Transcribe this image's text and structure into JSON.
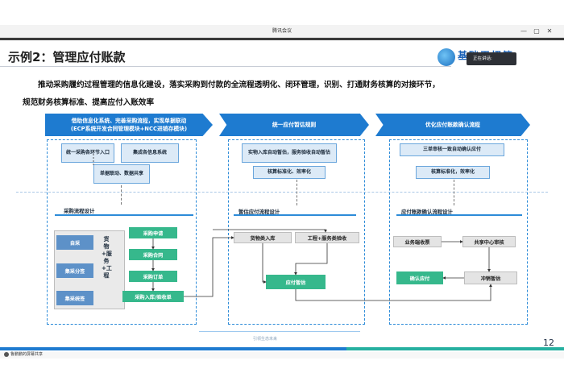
{
  "window": {
    "title": "腾讯会议",
    "controls": [
      "—",
      "▢",
      "✕"
    ]
  },
  "slide": {
    "title": "示例2：管理应付账款",
    "logo_text": "基础平招管",
    "tooltip": "正在讲话:",
    "desc_line1": "推动采购履约过程管理的信息化建设，落实采购到付款的全流程透明化、闭环管理，识别、打通财务核算的对接环节，",
    "desc_line2": "规范财务核算标准、提高应付入账效率",
    "page_number": "12",
    "footer_slogan": "引领生态未来"
  },
  "columns": [
    {
      "header": [
        "借助信息化系统、完善采购流程，实现单据联动",
        "(ECP系统开发合同管理模块+NCC进销存模块)"
      ],
      "top_boxes": [
        "统一采购各环节入口",
        "集成各信息系统",
        "单据联动、数据共享"
      ],
      "section_label": "采购流程设计",
      "left_boxes": [
        "自采",
        "集采分签",
        "集采统签"
      ],
      "middle_label": "货物+服务+工程",
      "flow": [
        "采购申请",
        "采购合同",
        "采购订单",
        "采购入库/验收单"
      ]
    },
    {
      "header": [
        "统一应付暂估规则"
      ],
      "top_boxes": [
        "实物入库自动暂估，服务验收自动暂估",
        "核算标准化、效率化"
      ],
      "section_label": "暂估应付流程设计",
      "flow": [
        "货物类入库",
        "工程+服务类验收",
        "应付暂估"
      ]
    },
    {
      "header": [
        "优化应付账款确认流程"
      ],
      "top_boxes": [
        "三单审核一致自动确认应付",
        "核算标准化，效率化"
      ],
      "section_label": "应付账款确认流程设计",
      "flow": [
        "业务端收票",
        "共享中心审核",
        "确认应付",
        "冲销暂估"
      ]
    }
  ],
  "share": {
    "label": "鲁鹏鹏的屏幕共享"
  },
  "colors": {
    "accent": "#1e7bd0",
    "green": "#36b88c",
    "light_blue": "#dceaf7"
  }
}
